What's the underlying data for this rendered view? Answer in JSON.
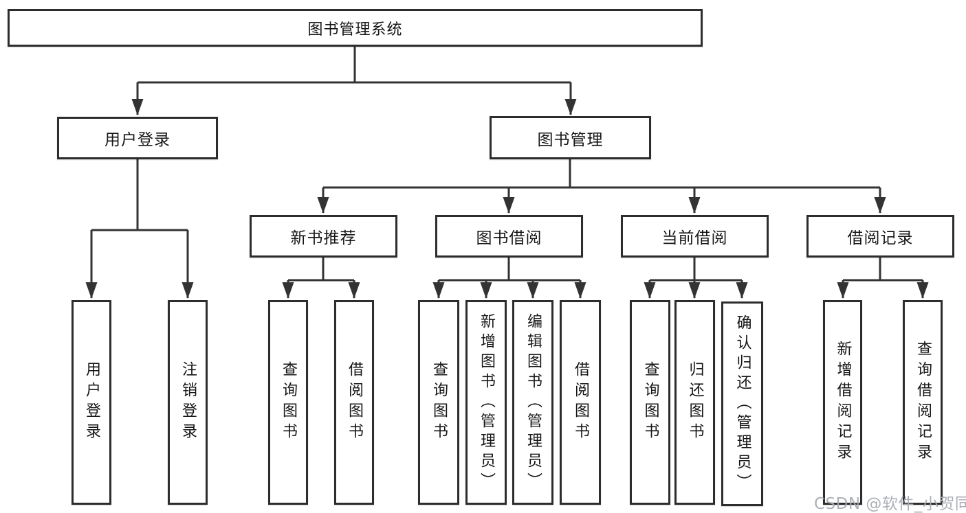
{
  "diagram": {
    "tree": {
      "label": "图书管理系统",
      "children": [
        {
          "label": "用户登录",
          "children": [
            {
              "label": "用户登录"
            },
            {
              "label": "注销登录"
            }
          ]
        },
        {
          "label": "图书管理",
          "children": [
            {
              "label": "新书推荐",
              "children": [
                {
                  "label": "查询图书"
                },
                {
                  "label": "借阅图书"
                }
              ]
            },
            {
              "label": "图书借阅",
              "children": [
                {
                  "label": "查询图书"
                },
                {
                  "label": "新增图书（管理员）"
                },
                {
                  "label": "编辑图书（管理员）"
                },
                {
                  "label": "借阅图书"
                }
              ]
            },
            {
              "label": "当前借阅",
              "children": [
                {
                  "label": "查询图书"
                },
                {
                  "label": "归还图书"
                },
                {
                  "label": "确认归还（管理员）"
                }
              ]
            },
            {
              "label": "借阅记录",
              "children": [
                {
                  "label": "新增借阅记录"
                },
                {
                  "label": "查询借阅记录"
                }
              ]
            }
          ]
        }
      ]
    },
    "colors": {
      "line": "#333333",
      "border": "#2d2d2d",
      "text": "#161616",
      "watermark": "#a8acb3",
      "background": "#ffffff"
    }
  },
  "watermark": {
    "text": "CSDN @软件_小贺同学"
  }
}
